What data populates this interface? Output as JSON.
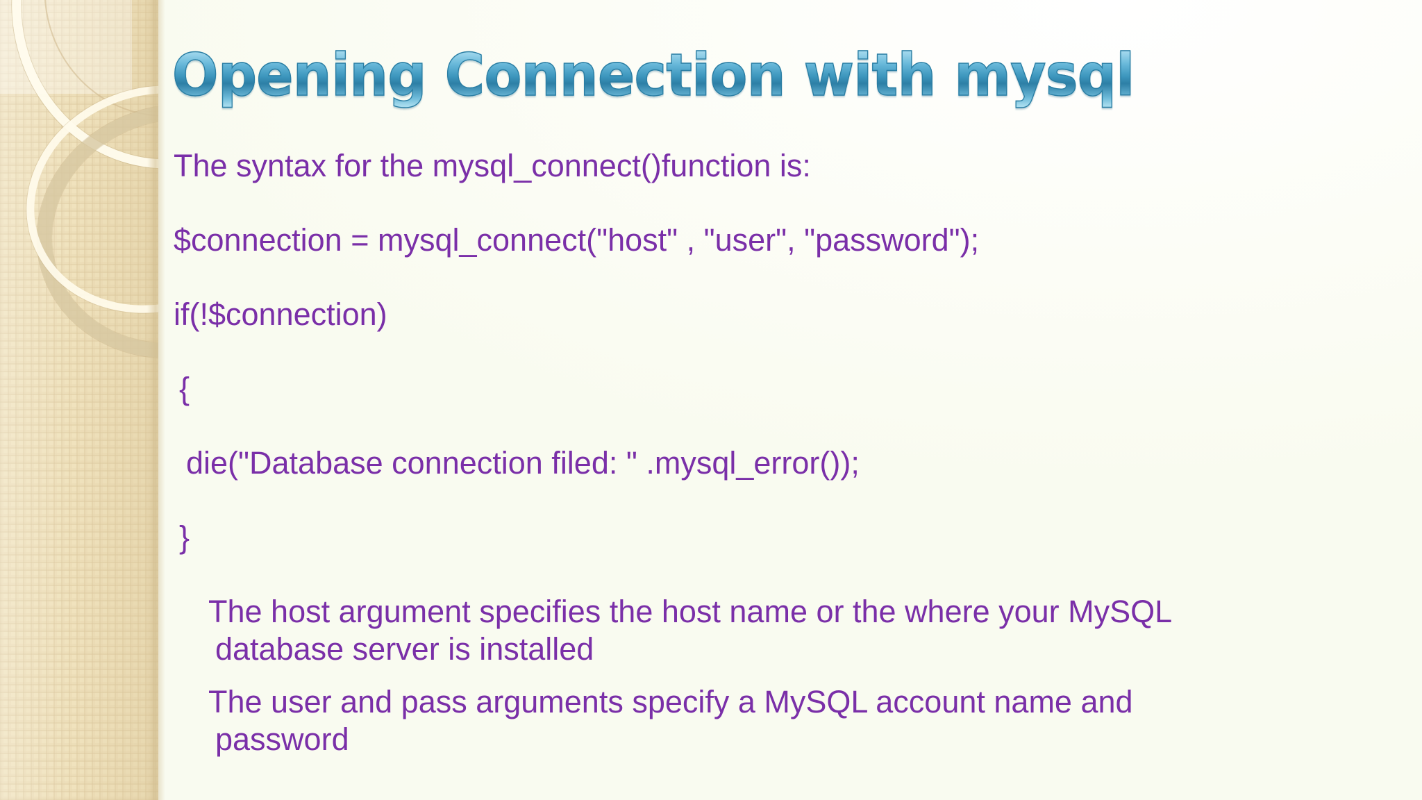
{
  "slide": {
    "title": "Opening Connection with mysql",
    "theme": {
      "title_gradient_light": "#d9f0fb",
      "title_gradient_mid": "#3d96bd",
      "title_gradient_dark": "#2d7fa6",
      "title_outline": "#2b7ea3",
      "body_text_color": "#7a2fa8",
      "sidebar_color": "#efe1ba",
      "background_color": "#fcfdf6"
    },
    "code_lines": [
      "The syntax for the mysql_connect()function is:",
      "$connection = mysql_connect(\"host\" , \"user\", \"password\");",
      "if(!$connection)",
      "{",
      "die(\"Database connection filed: \" .mysql_error());",
      "}"
    ],
    "bullets": [
      {
        "first": "The host argument specifies the host name or the where your MySQL",
        "second": "database server is installed"
      },
      {
        "first": "The user and pass arguments specify a MySQL account name and",
        "second": "password"
      }
    ]
  }
}
